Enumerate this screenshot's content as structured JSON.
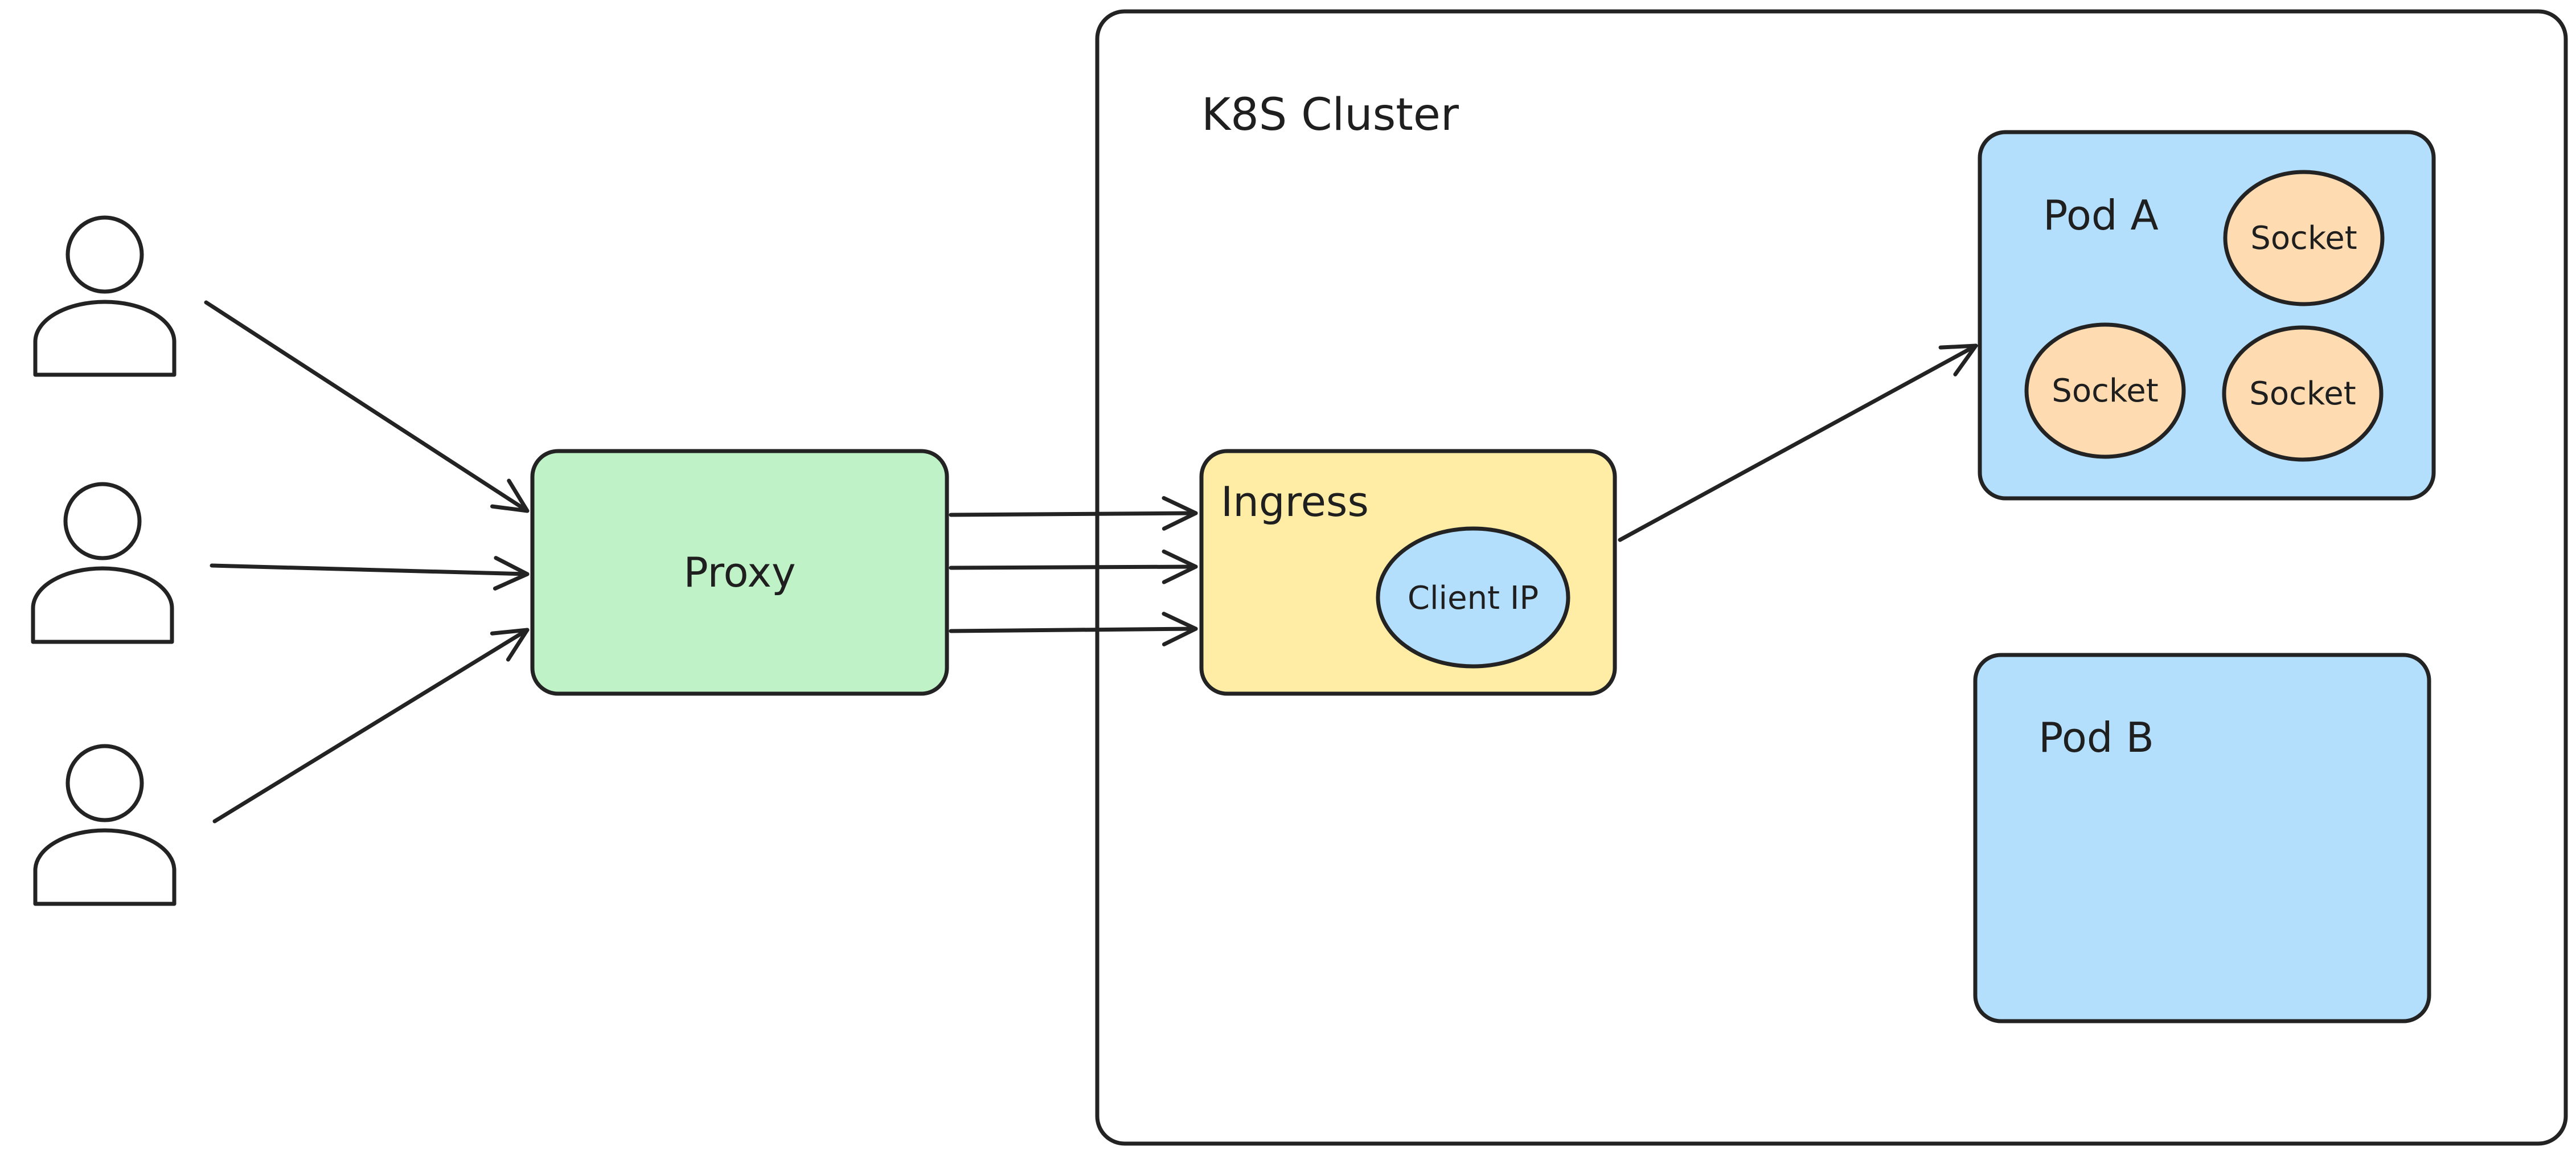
{
  "cluster": {
    "label": "K8S Cluster"
  },
  "proxy": {
    "label": "Proxy",
    "color": "#bff2c7"
  },
  "ingress": {
    "label": "Ingress",
    "color": "#ffeda6",
    "client_ip": {
      "label": "Client IP",
      "color": "#b3defc"
    }
  },
  "pods": [
    {
      "label": "Pod A",
      "color": "#b3defc",
      "sockets": [
        {
          "label": "Socket",
          "color": "#fedbb0"
        },
        {
          "label": "Socket",
          "color": "#fedbb0"
        },
        {
          "label": "Socket",
          "color": "#fedbb0"
        }
      ]
    },
    {
      "label": "Pod B",
      "color": "#b3defc",
      "sockets": []
    }
  ],
  "users": [
    {
      "icon": "user-icon"
    },
    {
      "icon": "user-icon"
    },
    {
      "icon": "user-icon"
    }
  ],
  "connections": [
    {
      "from": "user-1",
      "to": "proxy"
    },
    {
      "from": "user-2",
      "to": "proxy"
    },
    {
      "from": "user-3",
      "to": "proxy"
    },
    {
      "from": "proxy",
      "to": "ingress"
    },
    {
      "from": "proxy",
      "to": "ingress"
    },
    {
      "from": "proxy",
      "to": "ingress"
    },
    {
      "from": "ingress",
      "to": "pod-a"
    }
  ]
}
